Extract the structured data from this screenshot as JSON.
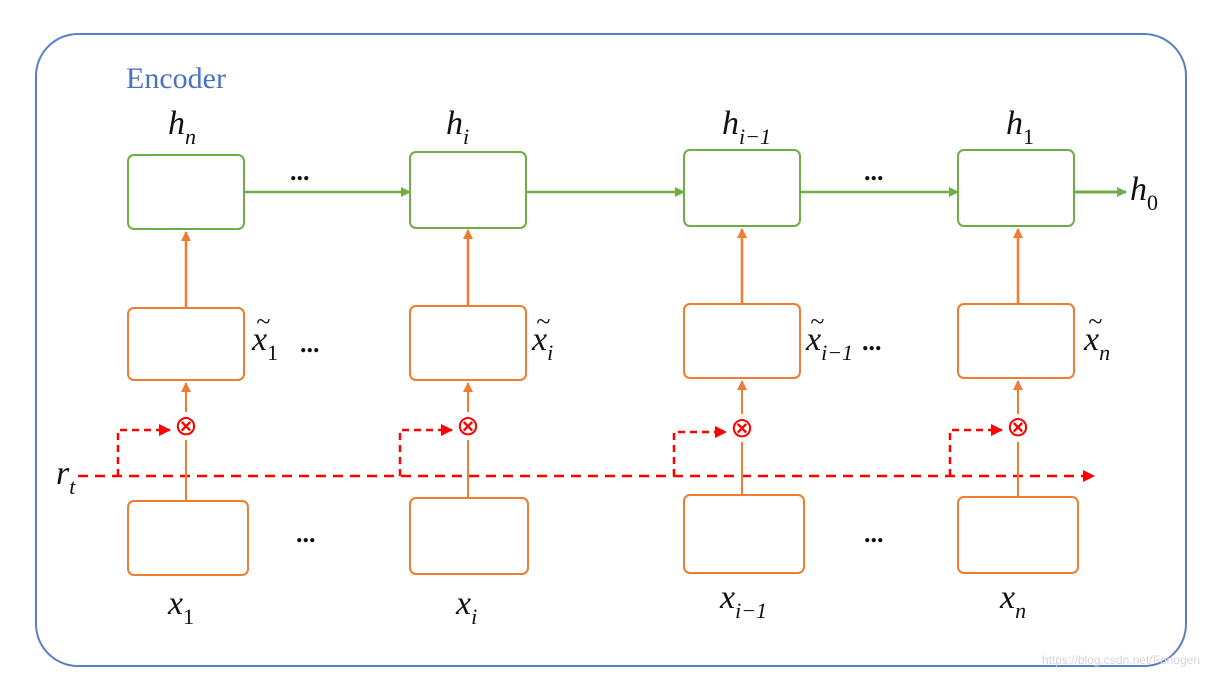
{
  "title": "Encoder",
  "colors": {
    "frame": "#5b7ec4",
    "title": "#4a72c4",
    "hidden": "#70ad47",
    "input": "#ed7d31",
    "attention": "#ff0000"
  },
  "hidden_states": [
    {
      "base": "h",
      "sub": "n"
    },
    {
      "base": "h",
      "sub": "i"
    },
    {
      "base": "h",
      "sub": "i−1"
    },
    {
      "base": "h",
      "sub": "1"
    }
  ],
  "weighted_inputs": [
    {
      "base": "x",
      "accent": "~",
      "sub": "1"
    },
    {
      "base": "x",
      "accent": "~",
      "sub": "i"
    },
    {
      "base": "x",
      "accent": "~",
      "sub": "i−1"
    },
    {
      "base": "x",
      "accent": "~",
      "sub": "n"
    }
  ],
  "inputs": [
    {
      "base": "x",
      "sub": "1"
    },
    {
      "base": "x",
      "sub": "i"
    },
    {
      "base": "x",
      "sub": "i−1"
    },
    {
      "base": "x",
      "sub": "n"
    }
  ],
  "output": {
    "base": "h",
    "sub": "0"
  },
  "attention_signal": {
    "base": "r",
    "sub": "t"
  },
  "ellipsis": "...",
  "multiply_symbol": "⊗",
  "watermark": "https://blog.csdn.net/Forlogen"
}
